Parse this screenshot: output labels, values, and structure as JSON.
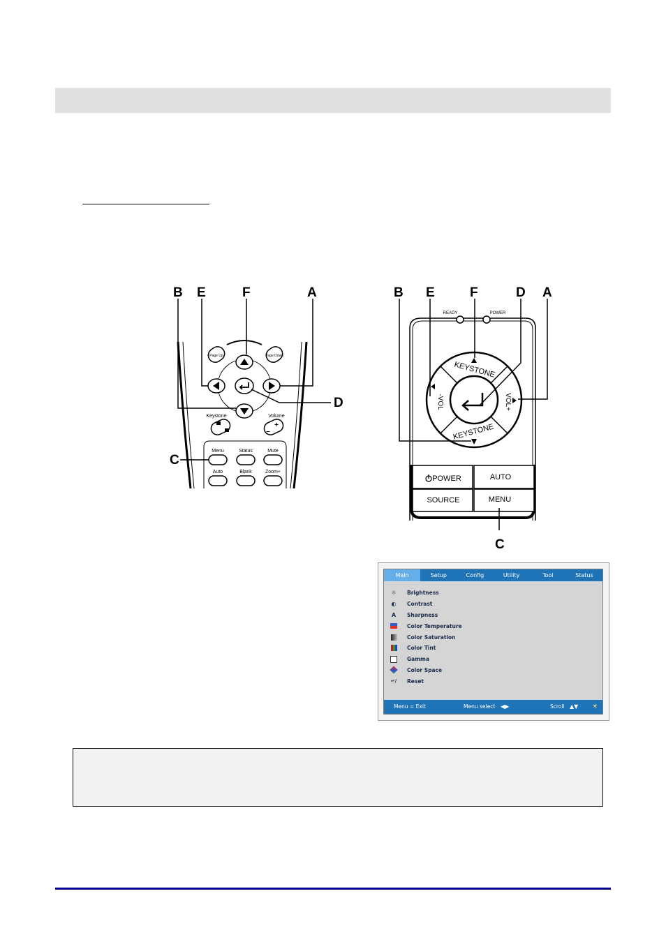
{
  "remote": {
    "callouts": {
      "b": "B",
      "e": "E",
      "f": "F",
      "a": "A",
      "d": "D",
      "c": "C"
    },
    "labels": {
      "keystone": "Keystone",
      "volume": "Volume",
      "menu": "Menu",
      "status": "Status",
      "mute": "Mute",
      "auto": "Auto",
      "blank": "Blank",
      "zoom": "Zoom+",
      "page_up": "Page Up",
      "page_down": "Page Down",
      "minus": "–",
      "plus": "+"
    }
  },
  "keypad": {
    "callouts": {
      "b": "B",
      "e": "E",
      "f": "F",
      "d": "D",
      "a": "A",
      "c": "C"
    },
    "ready": "READY",
    "power_led": "POWER",
    "keystone": "KEYSTONE",
    "vol_minus": "-VOL",
    "vol_plus": "VOL+",
    "power": "POWER",
    "auto": "AUTO",
    "source": "SOURCE",
    "menu": "MENU"
  },
  "osd": {
    "tabs": [
      "Main",
      "Setup",
      "Config",
      "Utility",
      "Tool",
      "Status"
    ],
    "items": [
      {
        "label": "Brightness",
        "icon": "sun-icon"
      },
      {
        "label": "Contrast",
        "icon": "contrast-icon"
      },
      {
        "label": "Sharpness",
        "icon": "sharpness-icon"
      },
      {
        "label": "Color Temperature",
        "icon": "color-temperature-icon"
      },
      {
        "label": "Color Saturation",
        "icon": "color-saturation-icon"
      },
      {
        "label": "Color Tint",
        "icon": "color-tint-icon"
      },
      {
        "label": "Gamma",
        "icon": "gamma-icon"
      },
      {
        "label": "Color Space",
        "icon": "color-space-icon"
      },
      {
        "label": "Reset",
        "icon": "reset-icon"
      }
    ],
    "status": {
      "exit": "Menu = Exit",
      "select": "Menu select",
      "scroll": "Scroll"
    }
  },
  "colors": {
    "header_bar": "#e0e0e0",
    "footer_line": "#00008b",
    "osd_bar": "#1f73b7",
    "osd_active_tab": "#65aee8"
  }
}
